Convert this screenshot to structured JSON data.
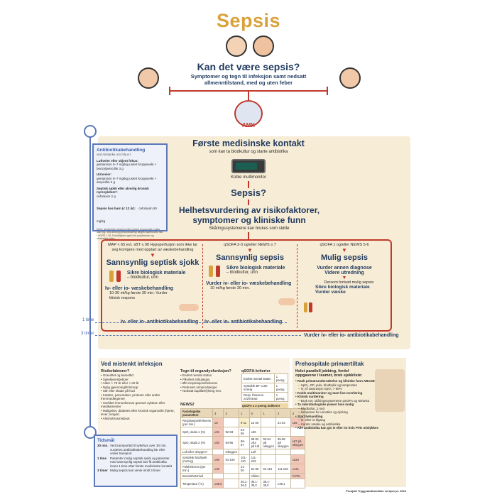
{
  "title": "Sepsis",
  "top": {
    "question": "Kan det være sepsis?",
    "sub": "Symptomer og tegn til infeksjon samt nedsatt allmenntilstand, med og uten feber"
  },
  "amk": "AMK",
  "time_labels": [
    "1 time",
    "3 timer"
  ],
  "antibiotics_panel": {
    "title": "Antibiotikabehandling",
    "subtitle": "ved mistanke om fokus i:",
    "items": [
      {
        "head": "Luftveier eller ukjent fokus:",
        "text": "gentamicin 6–7 mg/kg justert kroppsvekt + benzylpenicillin 3 g"
      },
      {
        "head": "Urinveier:",
        "text": "gentamicin 6–7 mg/kg justert kroppsvekt + ampicillin 2 g"
      },
      {
        "head": "Septisk sjokk eller alvorlig kronisk nyresykdom*:",
        "text": "cefotaxim 2 g"
      },
      {
        "head": "Sepsis hos barn (< 12 år):",
        "text": "cefotaxim 50 mg/kg"
      }
    ],
    "notes": [
      "Merk: gentamicin doseres etter justert kroppsvekt, maks 480 mg. Ved alvorlig penicillinallergi følges sykehusets råd.",
      "* eGFR < 30. Forsiktighet også ved polyfarmasi og skrøpelige eldre."
    ]
  },
  "flow": {
    "first_contact": "Første medisinske kontakt",
    "first_contact_sub": "som kan ta blodkultur og starte antibiotika",
    "monitor": "Koble multimonitor",
    "sepsis_q": "Sepsis?",
    "assessment": "Helhetsvurdering av risikofaktorer, symptomer og kliniske funn",
    "assessment_sub": "Skåringssystemene kan brukes som støtte"
  },
  "columns": [
    {
      "criteria": "MAP < 65 evt. sBT ≤ 90 Hypoperfusjon som ikke lar seg korrigere med opptart av væskebehandling",
      "title": "Sannsynlig septisk sjokk",
      "bio": "Sikre biologisk materiale",
      "bio_sub": "– blodkultur, urin",
      "fluid": "Iv- eller io- væskebehandling",
      "fluid_sub": "10-30 ml/kg første 30 min. Vurder klinisk respons",
      "abx": "Iv- eller io- antibiotikabehandling"
    },
    {
      "criteria": "qSOFA 2-3 og/eller NEWS ≥ 7",
      "title": "Sannsynlig sepsis",
      "bio": "Sikre biologisk materiale",
      "bio_sub": "– blodkultur, urin",
      "fluid": "Vurder iv- eller io- væskebehandling",
      "fluid_sub": "10 ml/kg første 30 min.",
      "abx": "Iv- eller io- antibiotikabehandling"
    },
    {
      "criteria": "qSOFA 1 og/eller NEWS 5-6",
      "title": "Mulig sepsis",
      "bio": "Vurder annen diagnose",
      "bio_sub": "Videre utredning",
      "fluid": "Dersom fortsatt mulig sepsis:",
      "fluid_sub": "Sikre biologisk materiale",
      "fluid_sub2": "Vurder væske",
      "abx": "Vurder iv- eller io- antibiotikabehandling"
    }
  ],
  "bottom": {
    "suspect_title": "Ved mistenkt infeksjon",
    "risk_head": "Risikofaktorer?",
    "risk_items": [
      "• Gravditet og barselbd",
      "• Sykehjemsbeboer",
      "• Alder > 75 år eller < ett år",
      "• Nylig gjennomgått kirurgi",
      "• Sår eller skade på hud",
      "• Katetre, pacemaker, proteser eller andre fremmedlegemer",
      "• Svekket immunforsvar grunnet sykdom eller medikamenter",
      "• Malignitet, diabetes eller kronisk organsvikt (hjerte, lever, lunger)",
      "• Alkohol/rusmisbruk"
    ],
    "organ_head": "Tegn til organdysfunksjon?",
    "organ_items": [
      "• Endret mental status",
      "• Påvirket sirkulasjon",
      "• Økt respirasjonsfrekvens",
      "• Redusert urinproduksjon",
      "• Nedsatt kapillærfylning mm."
    ],
    "qsofa_head": "qSOFA-kriterier",
    "qsofa_rows": [
      [
        "Endret mental status",
        "1 poeng"
      ],
      [
        "Systolisk BT ≤100 mmHg",
        "1 poeng"
      ],
      [
        "Resp. frekvens ≥22/minutt",
        "1 poeng"
      ]
    ],
    "qsofa_note": "qSOFA ≥ 2 poeng indikerer sepsis",
    "news_head": "NEWS2",
    "news_header": [
      "Fysiologiske parametere",
      "3",
      "2",
      "1",
      "0",
      "1",
      "2",
      "3"
    ],
    "news_rows": [
      [
        "Respirasjonsfrekvens (per min.)",
        "≤8",
        "",
        "9-11",
        "12-20",
        "",
        "21-24",
        "≥25"
      ],
      [
        "SpO₂ skala 1 (%)",
        "≤91",
        "92-93",
        "94-95",
        "≥96",
        "",
        "",
        ""
      ],
      [
        "SpO₂ skala 2 (%)",
        "≤83",
        "84-85",
        "86-87",
        "88-92 ≥93 på luft",
        "93-94 på oksygen",
        "95-96 på oksygen",
        "≥97 på oksygen"
      ],
      [
        "Luft eller oksygen?",
        "",
        "Oksygen",
        "",
        "Luft",
        "",
        "",
        ""
      ],
      [
        "Systolisk blodtrykk (mmHg)",
        "≤90",
        "91-100",
        "101-110",
        "111-219",
        "",
        "",
        "≥220"
      ],
      [
        "Pulsfrekvens (per min.)",
        "≤40",
        "",
        "41-50",
        "51-90",
        "91-110",
        "111-130",
        "≥131"
      ],
      [
        "Bevissthetsnivå",
        "",
        "",
        "",
        "Våken",
        "",
        "",
        "CVPU"
      ],
      [
        "Temperatur (°C)",
        "≤35,0",
        "",
        "35,1-36,0",
        "36,1-38,0",
        "38,1-39,0",
        "≥39,1",
        ""
      ]
    ],
    "time_head": "Tidsmål",
    "time_items": [
      {
        "t": "30 min.",
        "text": "Ved transporttid til sykehus over 30 min. vurderes antibiotikabehandling før eller under transport"
      },
      {
        "t": "1 time",
        "text": "Pasienter mulig septisk sjokk og pasienter med sannsynlig sepsis bør få antibiotika innen 1 time etter første medisinske kontakt"
      },
      {
        "t": "3 timer",
        "text": "Mulig sepsis kan vente inntil 3 timer"
      }
    ],
    "prehosp_title": "Prehospitale primærtiltak",
    "prehosp_intro": "Helst parallell jobbing, fordel oppgavene i teamet, bruk sjekkliste:",
    "prehosp_items": [
      "• Rask primærundersøkelse og kliniske funn ABCDE",
      "– SpO₂, RF, puls, blodtrykk og temperatur",
      "– O₂ til saturasjon SpO₂ > 90%",
      "• Koble multimonitor og start live-overføring",
      "• Klinisk vurdering",
      "– Bruk evt. skåringssystemene qSOFA og NEWS2",
      "• Ta mikrobiologiske prøver hvis mulig",
      "– Blodkultur, 2 sett",
      "– Urinprøve for urinstiks og dyrking",
      "• Start behandling",
      "– Iv- eller io-tilgang",
      "– Vurder væske og antibiotika",
      "• Alle antibiotika kan gis iv eller im hvis PVK mislykkes"
    ],
    "footer": "Prosjekt Trygg akuttmedisin versjon pr. 2024"
  },
  "colors": {
    "accent": "#d9a13a",
    "red": "#c0392b",
    "navy": "#1f3a5f",
    "beige": "#f7ecd6",
    "blue": "#5b78b8"
  }
}
